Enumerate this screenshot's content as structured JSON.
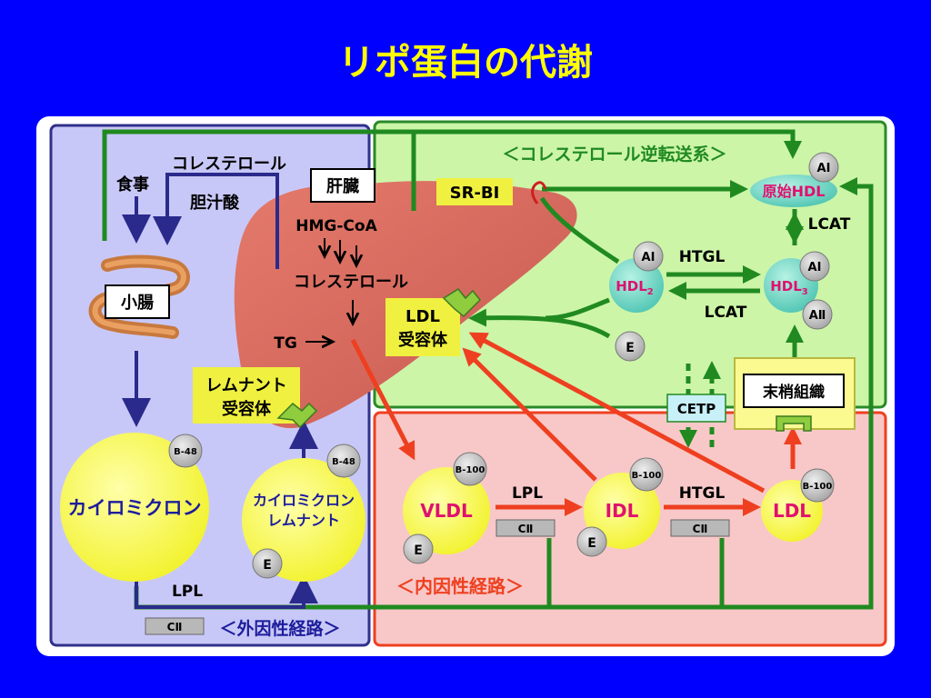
{
  "title": "リポ蛋白の代謝",
  "colors": {
    "background": "#0000ff",
    "title": "#ffff00",
    "exogenous_panel": "#c8c8f8",
    "exogenous_border": "#30308c",
    "reverse_panel": "#ccf5a8",
    "reverse_border": "#2a8a2a",
    "endogenous_panel": "#f8c8c8",
    "endogenous_border": "#ee4020",
    "lipoprotein": "#fafa50",
    "liver": "#d96a5e"
  },
  "labels": {
    "diet": "食事",
    "cholesterol_top": "コレステロール",
    "bile_acid": "胆汁酸",
    "liver": "肝臓",
    "hmg_coa": "HMG-CoA",
    "cholesterol_liver": "コレステロール",
    "tg": "TG",
    "small_intestine": "小腸",
    "remnant_receptor_line1": "レムナント",
    "remnant_receptor_line2": "受容体",
    "ldl_receptor_line1": "LDL",
    "ldl_receptor_line2": "受容体",
    "reverse_transport": "＜コレステロール逆転送系＞",
    "srb1": "SR-BⅠ",
    "nascent_hdl": "原始HDL",
    "lcat_top": "LCAT",
    "htgl_hdl": "HTGL",
    "lcat_hdl": "LCAT",
    "cetp": "CETP",
    "peripheral": "末梢組織",
    "exogenous_path": "＜外因性経路＞",
    "endogenous_path": "＜内因性経路＞",
    "chylomicron": "カイロミクロン",
    "cm_remnant_line1": "カイロミクロン",
    "cm_remnant_line2": "レムナント",
    "vldl": "VLDL",
    "idl": "IDL",
    "ldl": "LDL",
    "hdl2": "HDL",
    "hdl2_sub": "2",
    "hdl3": "HDL",
    "hdl3_sub": "3",
    "lpl_endo": "LPL",
    "htgl_endo": "HTGL",
    "lpl_exo": "LPL"
  },
  "apoproteins": {
    "b48_cm": "B-48",
    "b48_rem": "B-48",
    "b100_vldl": "B-100",
    "b100_idl": "B-100",
    "b100_ldl": "B-100",
    "e_rem": "E",
    "e_vldl": "E",
    "e_idl": "E",
    "e_hdl2": "E",
    "ai_nascent": "AⅠ",
    "ai_hdl2": "AⅠ",
    "ai_hdl3": "AⅠ",
    "aii_hdl3": "AⅡ",
    "c2_vldl": "CⅡ",
    "c2_idl": "CⅡ",
    "c2_exo": "CⅡ"
  }
}
